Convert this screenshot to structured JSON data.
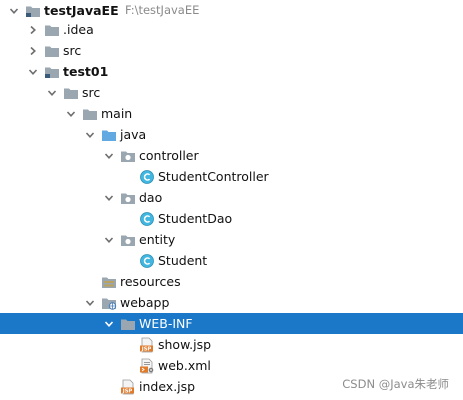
{
  "tree": {
    "nodes": [
      {
        "key": "project-testjavaee",
        "label": "testJavaEE",
        "path": "F:\\testJavaEE",
        "icon": "module-folder-icon",
        "expanded": true
      },
      {
        "key": "folder-idea",
        "label": ".idea",
        "icon": "folder-icon",
        "expanded": false
      },
      {
        "key": "folder-src-root",
        "label": "src",
        "icon": "folder-icon",
        "expanded": false
      },
      {
        "key": "module-test01",
        "label": "test01",
        "icon": "module-folder-icon",
        "expanded": true
      },
      {
        "key": "folder-src",
        "label": "src",
        "icon": "folder-icon",
        "expanded": true
      },
      {
        "key": "folder-main",
        "label": "main",
        "icon": "folder-icon",
        "expanded": true
      },
      {
        "key": "folder-java",
        "label": "java",
        "icon": "source-root-folder-icon",
        "expanded": true
      },
      {
        "key": "package-controller",
        "label": "controller",
        "icon": "package-icon",
        "expanded": true
      },
      {
        "key": "class-studentcontroller",
        "label": "StudentController",
        "icon": "java-class-icon"
      },
      {
        "key": "package-dao",
        "label": "dao",
        "icon": "package-icon",
        "expanded": true
      },
      {
        "key": "class-studentdao",
        "label": "StudentDao",
        "icon": "java-class-icon"
      },
      {
        "key": "package-entity",
        "label": "entity",
        "icon": "package-icon",
        "expanded": true
      },
      {
        "key": "class-student",
        "label": "Student",
        "icon": "java-class-icon"
      },
      {
        "key": "folder-resources",
        "label": "resources",
        "icon": "resources-folder-icon"
      },
      {
        "key": "folder-webapp",
        "label": "webapp",
        "icon": "web-folder-icon",
        "expanded": true
      },
      {
        "key": "folder-web-inf",
        "label": "WEB-INF",
        "icon": "folder-icon",
        "expanded": true,
        "selected": true
      },
      {
        "key": "file-show-jsp",
        "label": "show.jsp",
        "icon": "jsp-file-icon"
      },
      {
        "key": "file-web-xml",
        "label": "web.xml",
        "icon": "xml-config-file-icon"
      },
      {
        "key": "file-index-jsp",
        "label": "index.jsp",
        "icon": "jsp-file-icon"
      }
    ]
  },
  "watermark": "CSDN @Java朱老师",
  "colors": {
    "selection": "#1b78c8",
    "folder": "#9aa7b0",
    "source_folder": "#62a9e1",
    "resources_folder": "#b9a35f",
    "java_class": "#40b6e0",
    "jsp_badge": "#e07b2c"
  }
}
